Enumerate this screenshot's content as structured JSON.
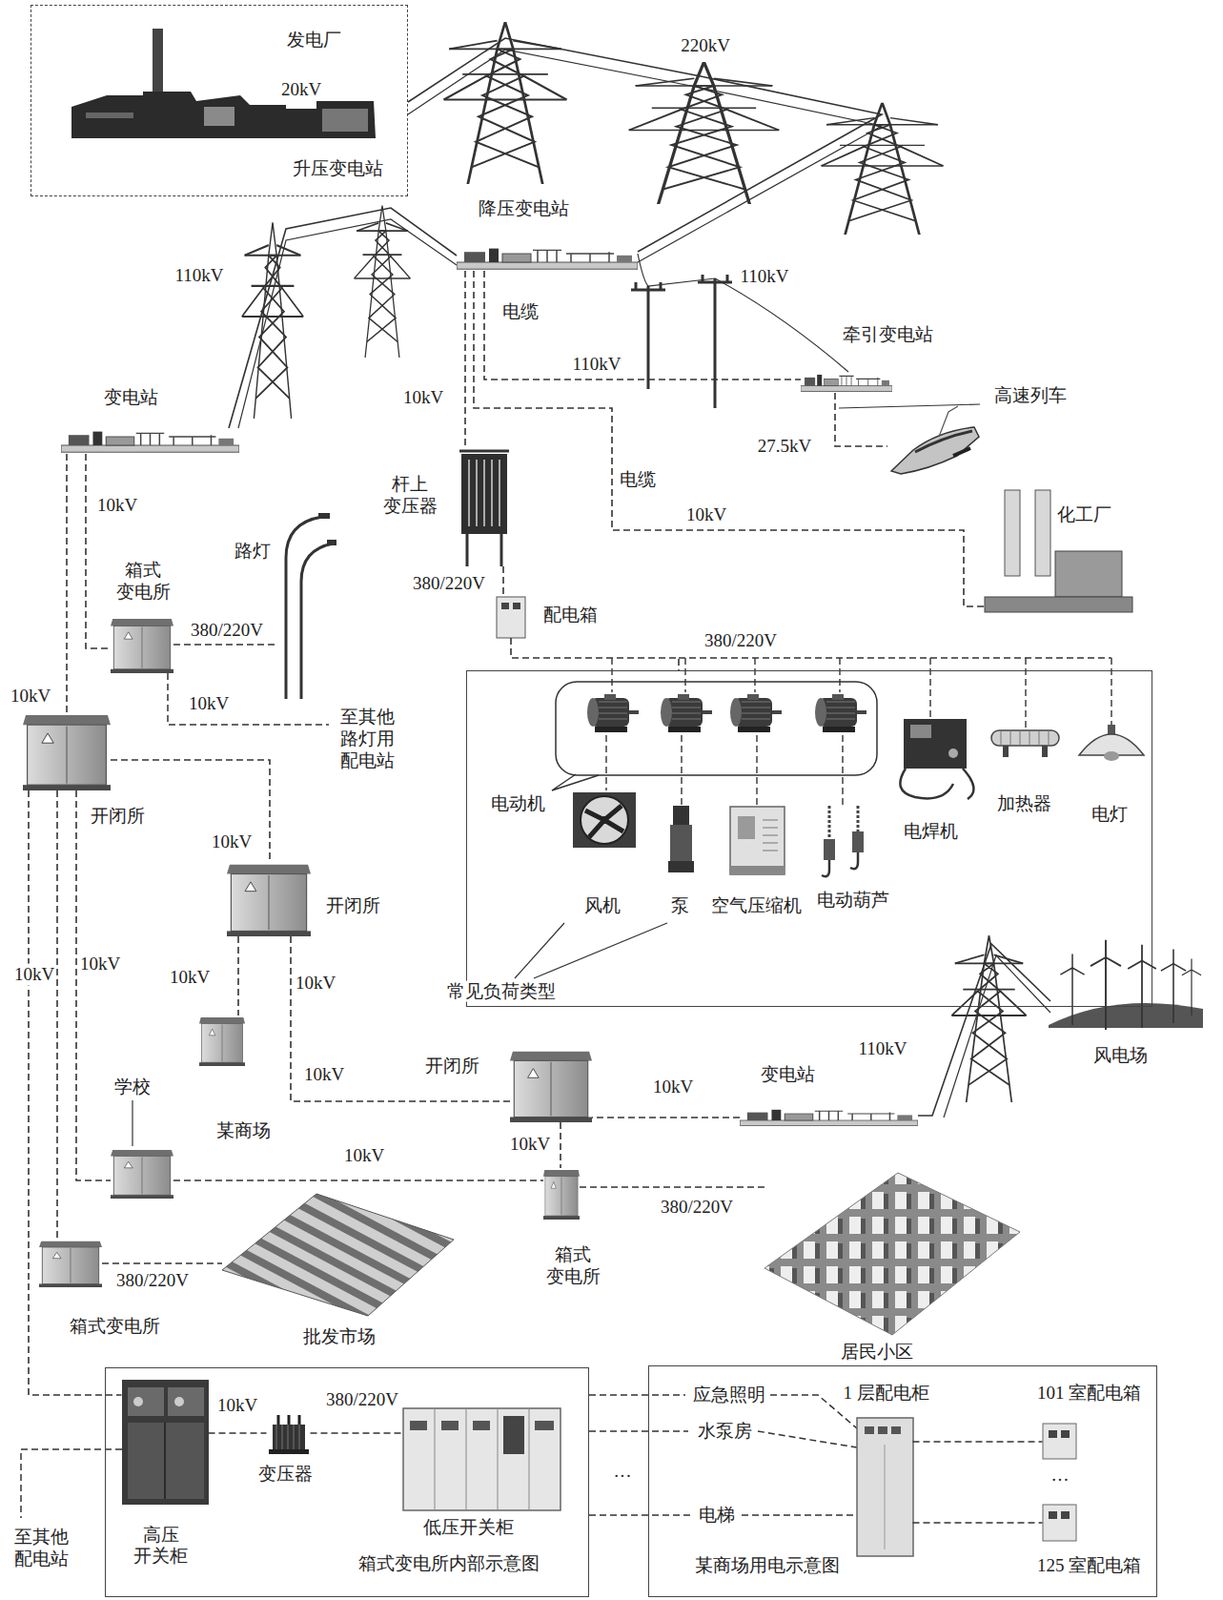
{
  "diagram": {
    "nodes": [
      {
        "text": [
          "发电厂",
          "升压变电站"
        ]
      },
      {
        "text": [
          "降压变电站"
        ]
      },
      {
        "text": [
          "变电站"
        ]
      },
      {
        "text": [
          "牵引变电站"
        ]
      },
      {
        "text": [
          "高速列车"
        ]
      },
      {
        "text": [
          "杆上 变压器"
        ]
      },
      {
        "text": [
          "配电箱"
        ]
      },
      {
        "text": [
          "化工厂"
        ]
      },
      {
        "text": [
          "常见负荷类型"
        ]
      },
      {
        "text": [
          "风机"
        ],
        "in": 8
      },
      {
        "text": [
          "泵"
        ],
        "in": 8
      },
      {
        "text": [
          "空气压缩机"
        ],
        "in": 8
      },
      {
        "text": [
          "电动葫芦"
        ],
        "in": 8
      },
      {
        "text": [
          "电焊机"
        ],
        "in": 8
      },
      {
        "text": [
          "加热器"
        ],
        "in": 8
      },
      {
        "text": [
          "电灯"
        ],
        "in": 8
      },
      {
        "text": [
          "箱式 变电所"
        ]
      },
      {
        "text": [
          "路灯"
        ]
      },
      {
        "text": [
          "开闭所"
        ]
      },
      {
        "text": [
          "开闭所"
        ]
      },
      {
        "text": [
          "某商场"
        ]
      },
      {
        "text": [
          "开闭所"
        ]
      },
      {
        "text": [
          "变电站"
        ]
      },
      {
        "text": [
          "风电场"
        ]
      },
      {
        "text": [
          "学校"
        ]
      },
      {
        "text": [
          "箱式 变电所"
        ]
      },
      {
        "text": [
          "居民小区"
        ]
      },
      {
        "text": [
          "箱式变电所"
        ]
      },
      {
        "text": [
          "批发市场"
        ]
      },
      {
        "text": [
          "箱式变电所内部示意图"
        ]
      },
      {
        "text": [
          "高压 开关柜"
        ],
        "in": 29
      },
      {
        "text": [
          "变压器"
        ],
        "in": 29
      },
      {
        "text": [
          "低压开关柜"
        ],
        "in": 29
      },
      {
        "text": [
          "某商场用电示意图"
        ]
      },
      {
        "text": [
          "1 层配电柜"
        ],
        "in": 33
      },
      {
        "text": [
          "101 室配电箱"
        ],
        "in": 33
      },
      {
        "text": [
          "125 室配电箱"
        ],
        "in": 33
      }
    ],
    "edges": [
      {
        "from": 0,
        "to": 1,
        "label": "220kV",
        "arrow": "none"
      },
      {
        "from": 1,
        "to": 2,
        "label": "110kV",
        "arrow": "none"
      },
      {
        "from": 1,
        "to": 3,
        "label": "110kV",
        "arrow": "none"
      },
      {
        "from": 1,
        "to": 5,
        "label": "10kV",
        "arrow": "none"
      },
      {
        "from": 1,
        "to": 7,
        "label": "10kV",
        "arrow": "none"
      },
      {
        "from": 3,
        "to": 4,
        "label": "27.5kV",
        "arrow": "none"
      },
      {
        "from": 5,
        "to": 6,
        "label": "380/220V",
        "arrow": "none"
      },
      {
        "from": 6,
        "to": 8,
        "label": "380/220V",
        "arrow": "none"
      },
      {
        "from": 2,
        "to": 16,
        "label": "10kV",
        "arrow": "none"
      },
      {
        "from": 16,
        "to": 17,
        "label": "380/220V",
        "arrow": "none"
      },
      {
        "from": 2,
        "to": 18,
        "label": "10kV",
        "arrow": "none"
      },
      {
        "from": 18,
        "to": 19,
        "label": "10kV",
        "arrow": "none"
      },
      {
        "from": 19,
        "to": 20,
        "label": "10kV",
        "arrow": "none"
      },
      {
        "from": 19,
        "to": 21,
        "label": "10kV",
        "arrow": "none"
      },
      {
        "from": 22,
        "to": 21,
        "label": "10kV",
        "arrow": "none"
      },
      {
        "from": 23,
        "to": 22,
        "label": "110kV",
        "arrow": "none"
      },
      {
        "from": 21,
        "to": 25,
        "label": "10kV",
        "arrow": "none"
      },
      {
        "from": 25,
        "to": 26,
        "label": "380/220V",
        "arrow": "none"
      },
      {
        "from": 18,
        "to": 24,
        "label": "10kV",
        "arrow": "none"
      },
      {
        "from": 24,
        "to": 25,
        "label": "10kV",
        "arrow": "none"
      },
      {
        "from": 18,
        "to": 27,
        "label": "10kV",
        "arrow": "none"
      },
      {
        "from": 18,
        "to": 30,
        "arrow": "none"
      },
      {
        "from": 27,
        "to": 28,
        "label": "380/220V",
        "arrow": "none"
      },
      {
        "from": 30,
        "to": 31,
        "label": "10kV",
        "arrow": "none"
      },
      {
        "from": 31,
        "to": 32,
        "label": "380/220V",
        "arrow": "none"
      },
      {
        "from": 34,
        "to": 35,
        "arrow": "none"
      },
      {
        "from": 34,
        "to": 36,
        "arrow": "none"
      }
    ],
    "labels": [
      "20kV",
      "电缆",
      "110kV",
      "电缆",
      "电动机",
      "10kV",
      "至其他 路灯用 配电站",
      "10kV",
      "至其他 配电站",
      "应急照明",
      "水泵房",
      "···",
      "电梯",
      "···"
    ]
  }
}
